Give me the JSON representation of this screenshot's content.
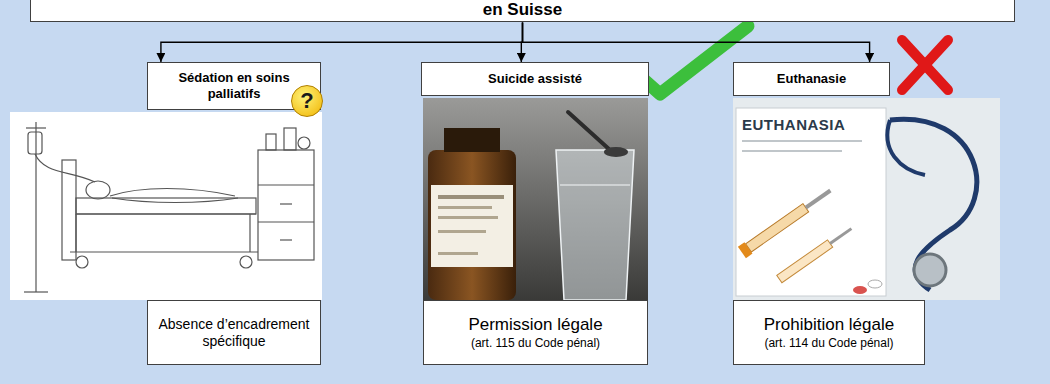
{
  "diagram": {
    "nodes": [
      {
        "text": [
          "en Suisse"
        ]
      },
      {
        "text": [
          "Sédation en soins palliatifs"
        ]
      },
      {
        "text": [
          "Suicide assisté"
        ]
      },
      {
        "text": [
          "Euthanasie"
        ]
      },
      {
        "text": [
          "Absence d’encadrement spécifique"
        ]
      },
      {
        "text": [
          "Permission légale",
          "(art. 115 du Code pénal)"
        ]
      },
      {
        "text": [
          "Prohibition légale",
          "(art. 114 du Code pénal)"
        ]
      }
    ],
    "edges": [
      {
        "from": 0,
        "to": 1,
        "arrow": "to"
      },
      {
        "from": 0,
        "to": 2,
        "arrow": "to"
      },
      {
        "from": 0,
        "to": 3,
        "arrow": "to"
      }
    ],
    "labels": [
      "?",
      "EUTHANASIA"
    ]
  }
}
